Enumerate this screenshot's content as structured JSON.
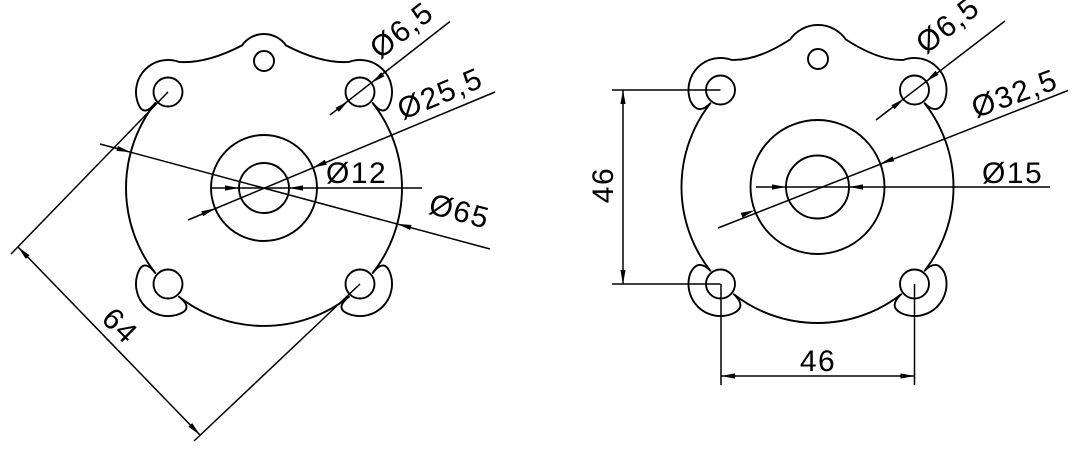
{
  "drawing": {
    "type": "technical-drawing",
    "background_color": "#ffffff",
    "line_color": "#000000",
    "left_view": {
      "description": "diaphragm with diagonal bolt pitch dimension",
      "labels": {
        "bolt_hole_diameter": "Ø6,5",
        "middle_circle_diameter": "Ø25,5",
        "center_hole_diameter": "Ø12",
        "body_diameter": "Ø65",
        "diagonal_bolt_pitch": "64"
      }
    },
    "right_view": {
      "description": "diaphragm with horizontal and vertical bolt pitch dimensions",
      "labels": {
        "bolt_hole_diameter": "Ø6,5",
        "middle_circle_diameter": "Ø32,5",
        "center_hole_diameter": "Ø15",
        "vertical_bolt_pitch": "46",
        "horizontal_bolt_pitch": "46"
      }
    }
  }
}
